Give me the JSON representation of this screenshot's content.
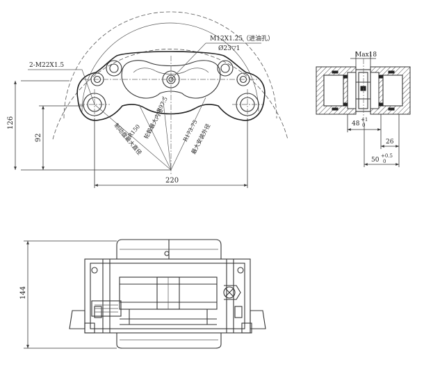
{
  "labels": {
    "thread_inlet": "M12X1.25（进油孔）",
    "inlet_depth": "Ø23▽1",
    "mount_holes": "2-M22X1.5",
    "r97": "R97.5",
    "r97_note": "轮毂最大内径",
    "r150": "R150",
    "r150_note": "制动盘最大直径",
    "r173": "R173.75",
    "r173_note": "最大安装外径",
    "dim_126": "126",
    "dim_92": "92",
    "dim_220": "220",
    "dim_144": "144",
    "max18": "Max18",
    "dim_48": "48",
    "dim_48_tol_top": "+1",
    "dim_48_tol_bot": "0",
    "dim_26": "26",
    "dim_50": "50",
    "dim_50_tol_top": "+0.5",
    "dim_50_tol_bot": "0"
  },
  "colors": {
    "line": "#333333",
    "background": "#ffffff"
  }
}
